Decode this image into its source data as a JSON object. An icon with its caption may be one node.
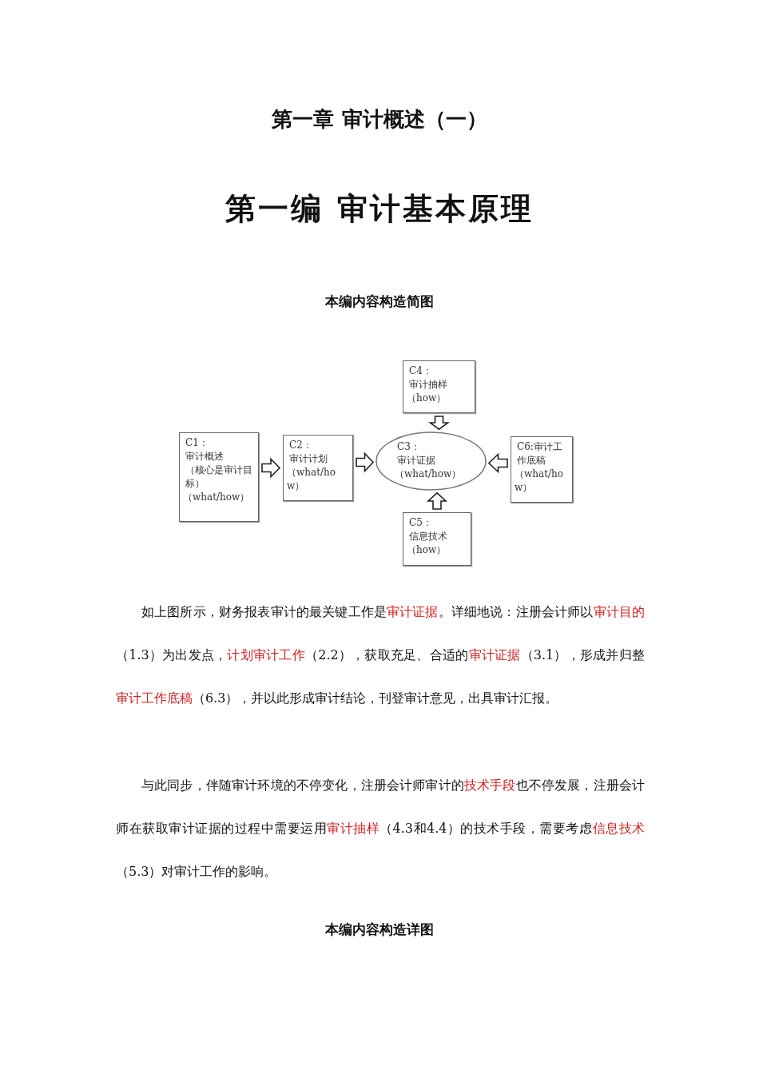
{
  "diagram": {
    "title": "第一编 审计基本原理",
    "nodes": [
      {
        "text": [
          "C1：",
          "审计概述",
          "（核心是审计目标）",
          "（what/how）"
        ]
      },
      {
        "text": [
          "C2：",
          "审计计划",
          "（what/how）"
        ]
      },
      {
        "text": [
          "C3：",
          "审计证据",
          "（what/how）"
        ]
      },
      {
        "text": [
          "C4：",
          "审计抽样",
          "（how）"
        ]
      },
      {
        "text": [
          "C5：",
          "信息技术",
          "（how）"
        ]
      },
      {
        "text": [
          "C6:审计工作底稿",
          "（what/how）"
        ]
      }
    ],
    "edges": [
      {
        "from": 0,
        "to": 1,
        "arrow": "to"
      },
      {
        "from": 1,
        "to": 2,
        "arrow": "to"
      },
      {
        "from": 3,
        "to": 2,
        "arrow": "to"
      },
      {
        "from": 4,
        "to": 2,
        "arrow": "to"
      },
      {
        "from": 5,
        "to": 2,
        "arrow": "to"
      }
    ],
    "labels": [
      "第一章 审计概述（一）",
      "本编内容构造简图",
      "如上图所示，财务报表审计的最关键工作是",
      "审计证据",
      "。详细地说：注册会计师以",
      "审计目的",
      "（1.3）为出发点，",
      "计划审计工作",
      "（2.2），获取充足、合适的",
      "审计证据",
      "（3.1），形成并归整",
      "审计工作底稿",
      "（6.3），并以此形成审计结论，刊登审计意见，出具审计汇报。",
      "与此同步，伴随审计环境的不停变化，注册会计师审计的",
      "技术手段",
      "也不停发展，注册会计师在获取审计证据的过程中需要运用",
      "审计抽样",
      "（4.3和4.4）的技术手段，需要考虑",
      "信息技术",
      "（5.3）对审计工作的影响。",
      "本编内容构造详图"
    ]
  }
}
